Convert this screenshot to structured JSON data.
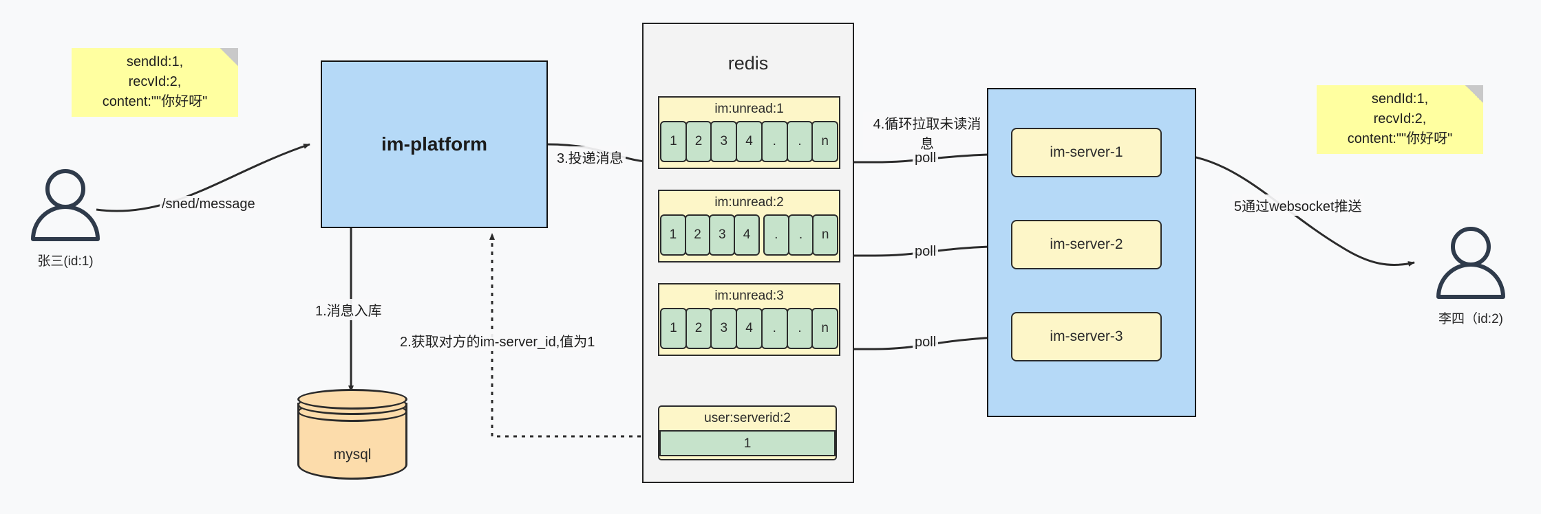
{
  "diagram": {
    "title": "IM message delivery architecture",
    "colors": {
      "note_yellow": "#ffffa0",
      "blue_fill": "#b5d9f7",
      "gray_fill": "#f3f3f3",
      "list_yellow": "#fdf6c8",
      "cell_green": "#c6e3cb",
      "cylinder_orange": "#fcdcab",
      "stroke": "#2b2b2b",
      "background": "#f8f9fa"
    }
  },
  "notes": {
    "left": "sendId:1,\nrecvId:2,\ncontent:\"\"你好呀\"",
    "right": "sendId:1,\nrecvId:2,\ncontent:\"\"你好呀\""
  },
  "actors": {
    "sender": {
      "label": "张三(id:1)"
    },
    "receiver": {
      "label": "李四（id:2)"
    }
  },
  "platform": {
    "label": "im-platform"
  },
  "datastore": {
    "label": "mysql"
  },
  "redis": {
    "title": "redis",
    "lists": [
      {
        "key": "im:unread:1",
        "cells": [
          "1",
          "2",
          "3",
          "4",
          ".",
          ".",
          "n"
        ]
      },
      {
        "key": "im:unread:2",
        "cells": [
          "1",
          "2",
          "3",
          "4",
          ".",
          ".",
          "n"
        ]
      },
      {
        "key": "im:unread:3",
        "cells": [
          "1",
          "2",
          "3",
          "4",
          ".",
          ".",
          "n"
        ]
      }
    ],
    "kv": {
      "key": "user:serverid:2",
      "value": "1"
    }
  },
  "server_cluster": {
    "nodes": [
      {
        "label": "im-server-1"
      },
      {
        "label": "im-server-2"
      },
      {
        "label": "im-server-3"
      }
    ]
  },
  "edges": {
    "send_message": "/sned/message",
    "step1": "1.消息入库",
    "step2": "2.获取对方的im-server_id,值为1",
    "step3": "3.投递消息",
    "step4": "4.循环拉取未读消\n息",
    "poll1": "poll",
    "poll2": "poll",
    "poll3": "poll",
    "step5": "5通过websocket推送"
  }
}
